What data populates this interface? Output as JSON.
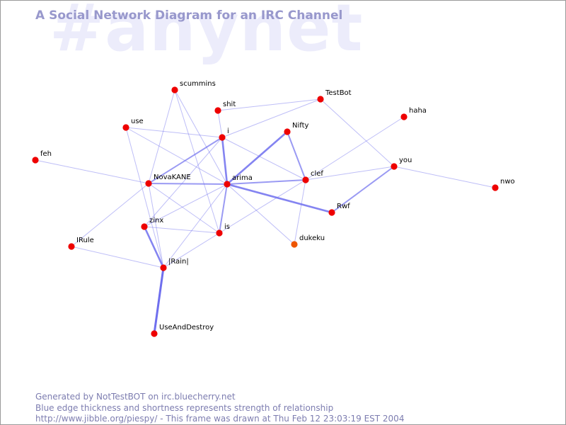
{
  "watermark": "#anynet",
  "title": "A Social Network Diagram for an IRC Channel",
  "footer": {
    "line1": "Generated by NotTestBOT on irc.bluecherry.net",
    "line2": "Blue edge thickness and shortness represents strength of relationship",
    "line3": "http://www.jibble.org/piespy/ - This frame was drawn at Thu Feb 12 23:03:19 EST 2004"
  },
  "colors": {
    "node": "#ee0000",
    "node_alt": "#ee5500",
    "edge": "#6f6fee",
    "title": "#9898cc",
    "watermark": "#ececfb",
    "footer": "#7d7db0"
  },
  "nodes": [
    {
      "id": "scummins",
      "label": "scummins"
    },
    {
      "id": "shit",
      "label": "shit"
    },
    {
      "id": "TestBot",
      "label": "TestBot"
    },
    {
      "id": "haha",
      "label": "haha"
    },
    {
      "id": "use",
      "label": "use"
    },
    {
      "id": "i",
      "label": "i"
    },
    {
      "id": "Nifty",
      "label": "Nifty"
    },
    {
      "id": "feh",
      "label": "feh"
    },
    {
      "id": "NovaKANE",
      "label": "NovaKANE"
    },
    {
      "id": "arima",
      "label": "arima"
    },
    {
      "id": "clef",
      "label": "clef"
    },
    {
      "id": "you",
      "label": "you"
    },
    {
      "id": "nwo",
      "label": "nwo"
    },
    {
      "id": "Rwf",
      "label": "Rwf"
    },
    {
      "id": "zinx",
      "label": "zinx"
    },
    {
      "id": "is",
      "label": "is"
    },
    {
      "id": "dukeku",
      "label": "dukeku",
      "alt": true
    },
    {
      "id": "IRule",
      "label": "IRule"
    },
    {
      "id": "Rainl",
      "label": "|Rain|"
    },
    {
      "id": "UseAndDestroy",
      "label": "UseAndDestroy"
    }
  ],
  "edges": [
    {
      "a": "scummins",
      "b": "NovaKANE",
      "w": 1
    },
    {
      "a": "scummins",
      "b": "arima",
      "w": 1
    },
    {
      "a": "scummins",
      "b": "is",
      "w": 1
    },
    {
      "a": "shit",
      "b": "TestBot",
      "w": 1
    },
    {
      "a": "shit",
      "b": "i",
      "w": 1
    },
    {
      "a": "TestBot",
      "b": "i",
      "w": 1
    },
    {
      "a": "TestBot",
      "b": "you",
      "w": 1
    },
    {
      "a": "haha",
      "b": "clef",
      "w": 1
    },
    {
      "a": "use",
      "b": "i",
      "w": 1
    },
    {
      "a": "use",
      "b": "arima",
      "w": 1
    },
    {
      "a": "use",
      "b": "Rainl",
      "w": 1
    },
    {
      "a": "i",
      "b": "NovaKANE",
      "w": 2
    },
    {
      "a": "i",
      "b": "arima",
      "w": 3
    },
    {
      "a": "i",
      "b": "clef",
      "w": 1
    },
    {
      "a": "i",
      "b": "zinx",
      "w": 1
    },
    {
      "a": "Nifty",
      "b": "arima",
      "w": 3
    },
    {
      "a": "Nifty",
      "b": "clef",
      "w": 2
    },
    {
      "a": "feh",
      "b": "NovaKANE",
      "w": 1
    },
    {
      "a": "NovaKANE",
      "b": "arima",
      "w": 2
    },
    {
      "a": "NovaKANE",
      "b": "is",
      "w": 1
    },
    {
      "a": "NovaKANE",
      "b": "IRule",
      "w": 1
    },
    {
      "a": "NovaKANE",
      "b": "Rainl",
      "w": 1
    },
    {
      "a": "arima",
      "b": "clef",
      "w": 2
    },
    {
      "a": "arima",
      "b": "Rwf",
      "w": 3
    },
    {
      "a": "arima",
      "b": "is",
      "w": 2
    },
    {
      "a": "arima",
      "b": "dukeku",
      "w": 1
    },
    {
      "a": "arima",
      "b": "zinx",
      "w": 1
    },
    {
      "a": "arima",
      "b": "Rainl",
      "w": 1
    },
    {
      "a": "clef",
      "b": "you",
      "w": 1
    },
    {
      "a": "clef",
      "b": "dukeku",
      "w": 1
    },
    {
      "a": "clef",
      "b": "is",
      "w": 1
    },
    {
      "a": "you",
      "b": "nwo",
      "w": 1
    },
    {
      "a": "you",
      "b": "Rwf",
      "w": 2
    },
    {
      "a": "zinx",
      "b": "is",
      "w": 1
    },
    {
      "a": "zinx",
      "b": "Rainl",
      "w": 3
    },
    {
      "a": "is",
      "b": "Rainl",
      "w": 1
    },
    {
      "a": "IRule",
      "b": "Rainl",
      "w": 1
    },
    {
      "a": "Rainl",
      "b": "UseAndDestroy",
      "w": 4
    }
  ]
}
